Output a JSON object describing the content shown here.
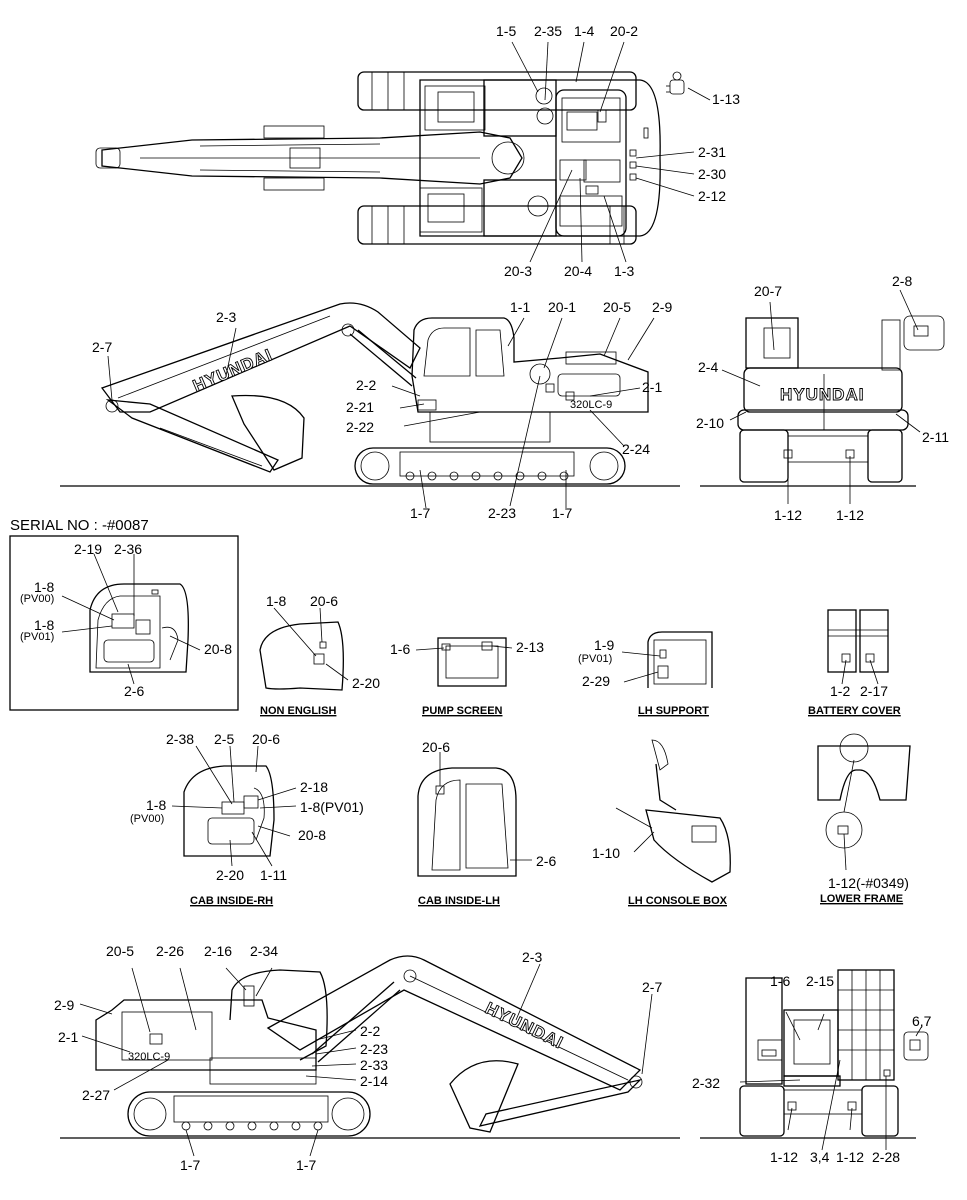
{
  "serial_note": "SERIAL NO : -#0087",
  "brand": "HYUNDAI",
  "model": "320LC-9",
  "captions": {
    "non_english": "NON ENGLISH",
    "pump_screen": "PUMP SCREEN",
    "lh_support": "LH SUPPORT",
    "battery_cover": "BATTERY COVER",
    "cab_inside_rh": "CAB INSIDE-RH",
    "cab_inside_lh": "CAB INSIDE-LH",
    "lh_console_box": "LH CONSOLE BOX",
    "lower_frame": "LOWER FRAME"
  },
  "labels": {
    "top": [
      "1-5",
      "2-35",
      "1-4",
      "20-2",
      "1-13",
      "2-31",
      "2-30",
      "2-12",
      "20-3",
      "20-4",
      "1-3"
    ],
    "side": [
      "1-1",
      "20-1",
      "20-5",
      "2-9",
      "2-3",
      "2-7",
      "2-2",
      "2-21",
      "2-22",
      "2-1",
      "2-24",
      "1-7",
      "2-23",
      "1-7"
    ],
    "rear": [
      "20-7",
      "2-8",
      "2-4",
      "2-10",
      "2-11",
      "1-12",
      "1-12"
    ],
    "serial_box": [
      "2-19",
      "2-36",
      "1-8",
      "(PV00)",
      "1-8",
      "(PV01)",
      "20-8",
      "2-6"
    ],
    "non_english": [
      "1-8",
      "20-6",
      "2-20"
    ],
    "pump": [
      "1-6",
      "2-13"
    ],
    "lh_support": [
      "1-9",
      "(PV01)",
      "2-29"
    ],
    "battery": [
      "1-2",
      "2-17"
    ],
    "cab_rh": [
      "2-38",
      "2-5",
      "20-6",
      "2-18",
      "1-8",
      "(PV00)",
      "1-8(PV01)",
      "20-8",
      "2-20",
      "1-11"
    ],
    "cab_lh": [
      "20-6",
      "2-6"
    ],
    "console": [
      "1-10"
    ],
    "lower_frame": [
      "1-12(-#0349)"
    ],
    "bottom_side": [
      "20-5",
      "2-26",
      "2-16",
      "2-34",
      "2-3",
      "2-7",
      "2-9",
      "2-1",
      "2-2",
      "2-23",
      "2-33",
      "2-14",
      "2-27",
      "1-7",
      "1-7"
    ],
    "front": [
      "1-6",
      "2-15",
      "6,7",
      "2-32",
      "1-12",
      "3,4",
      "1-12",
      "2-28"
    ]
  }
}
